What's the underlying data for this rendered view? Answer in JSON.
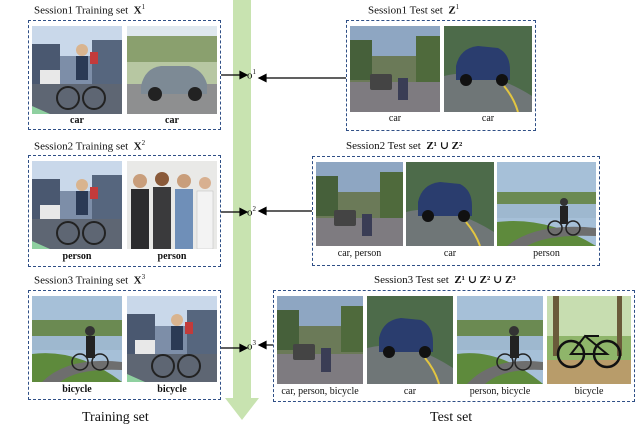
{
  "sessions": [
    {
      "train_title": "Session1 Training set",
      "train_symbol": "X",
      "train_sup": "1",
      "train_captions": [
        "car",
        "car"
      ],
      "test_title": "Session1 Test set",
      "test_symbol": "Z",
      "test_sup": "1",
      "test_captions": [
        "car"
      ],
      "node": "o",
      "node_sup": "1"
    },
    {
      "train_title": "Session2 Training set",
      "train_symbol": "X",
      "train_sup": "2",
      "train_captions": [
        "person",
        "person"
      ],
      "test_title": "Session2 Test set",
      "test_symbol": "Z¹ ∪ Z²",
      "test_captions": [
        "car, person",
        "car",
        "person"
      ],
      "node": "o",
      "node_sup": "2"
    },
    {
      "train_title": "Session3 Training set",
      "train_symbol": "X",
      "train_sup": "3",
      "train_captions": [
        "bicycle",
        "bicycle"
      ],
      "test_title": "Session3 Test set",
      "test_symbol": "Z¹ ∪ Z² ∪ Z³",
      "test_captions": [
        "car, person, bicycle",
        "car",
        "person, bicycle",
        "bicycle"
      ],
      "node": "o",
      "node_sup": "3"
    }
  ],
  "footer": {
    "left": "Training set",
    "right": "Test set"
  },
  "colors": {
    "dashed_border": "#2f4f86",
    "center_arrow": "#c8e3b0",
    "arrows": "#000000"
  }
}
